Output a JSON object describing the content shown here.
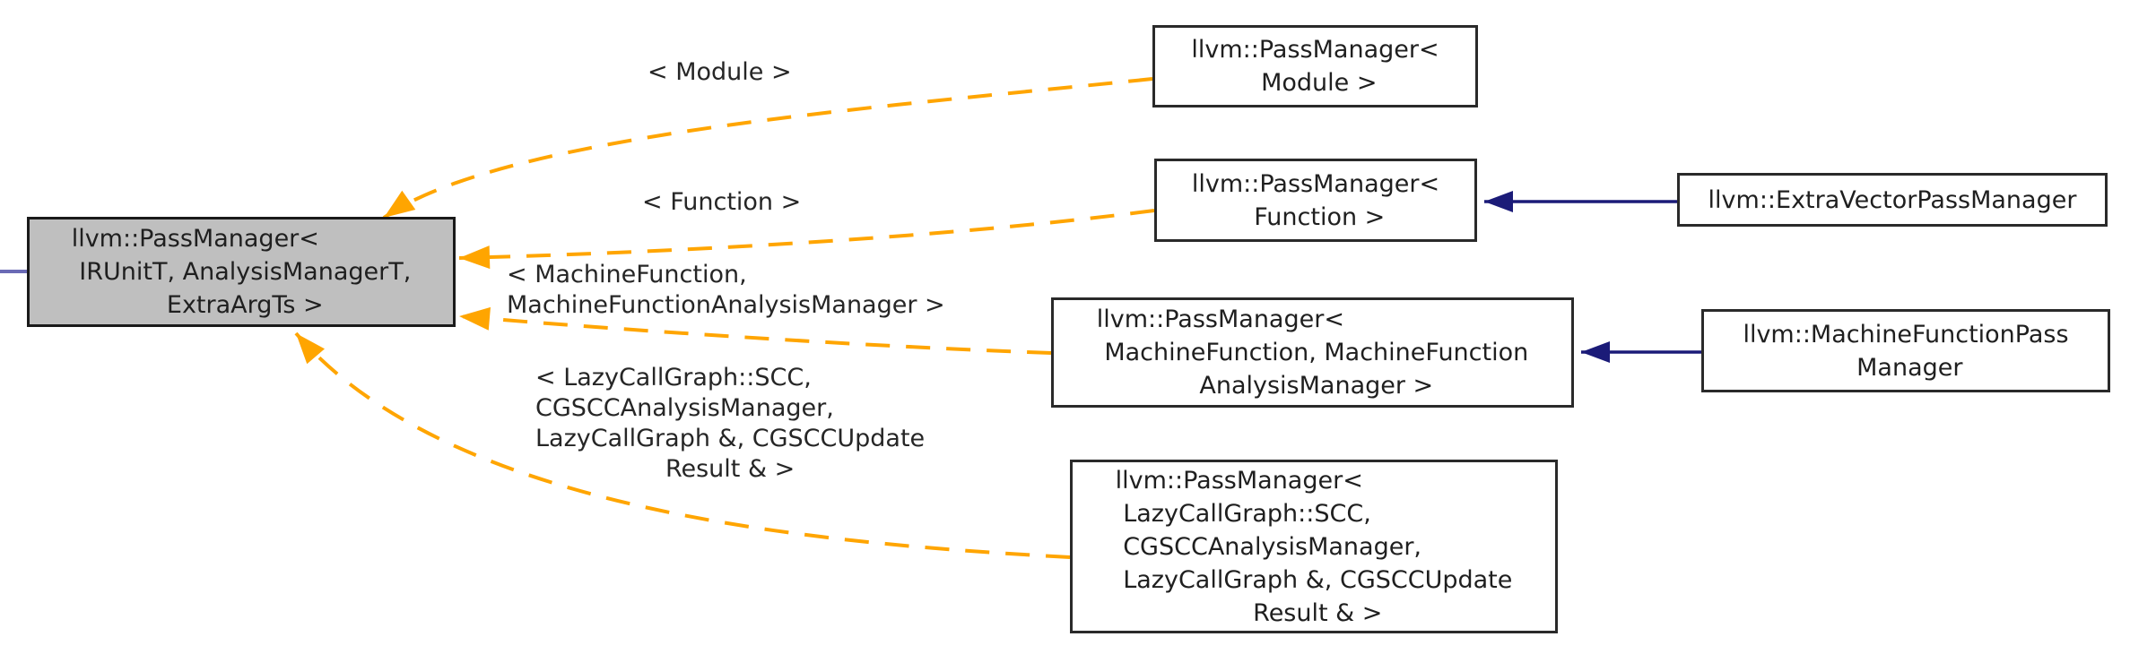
{
  "diagram": {
    "kind": "class-template-instantiation-graph",
    "colors": {
      "background": "#ffffff",
      "node_fill": "#ffffff",
      "node_border": "#2a2a2a",
      "highlight_node_fill": "#bfbfbf",
      "template_edge": "#ffa500",
      "inheritance_edge": "#1b1b78",
      "clipped_edge": "#6a6ab5",
      "text": "#1f1f1f"
    },
    "nodes": [
      {
        "id": "pm-primary",
        "highlighted": true,
        "lines": [
          "llvm::PassManager<",
          " IRUnitT, AnalysisManagerT,",
          " ExtraArgTs >"
        ]
      },
      {
        "id": "pm-module",
        "highlighted": false,
        "lines": [
          "llvm::PassManager<",
          " Module >"
        ]
      },
      {
        "id": "pm-function",
        "highlighted": false,
        "lines": [
          "llvm::PassManager<",
          " Function >"
        ]
      },
      {
        "id": "pm-machinefunction",
        "highlighted": false,
        "lines": [
          "llvm::PassManager<",
          " MachineFunction, MachineFunction",
          " AnalysisManager >"
        ]
      },
      {
        "id": "pm-cgscc",
        "highlighted": false,
        "lines": [
          "llvm::PassManager<",
          " LazyCallGraph::SCC,",
          " CGSCCAnalysisManager,",
          " LazyCallGraph &, CGSCCUpdate",
          " Result & >"
        ]
      },
      {
        "id": "extravectorpassmanager",
        "highlighted": false,
        "lines": [
          "llvm::ExtraVectorPassManager"
        ]
      },
      {
        "id": "machinefunctionpassmanager",
        "highlighted": false,
        "lines": [
          "llvm::MachineFunctionPass",
          " Manager"
        ]
      }
    ],
    "edge_labels": [
      {
        "id": "module",
        "lines": [
          "< Module >"
        ]
      },
      {
        "id": "function",
        "lines": [
          "< Function >"
        ]
      },
      {
        "id": "machinefunction",
        "lines": [
          "< MachineFunction,",
          "MachineFunctionAnalysisManager >"
        ]
      },
      {
        "id": "cgscc",
        "lines": [
          "< LazyCallGraph::SCC,",
          "CGSCCAnalysisManager,",
          "LazyCallGraph &, CGSCCUpdate",
          "Result & >"
        ]
      }
    ],
    "edges": [
      {
        "from": "llvm::PassManager< Module >",
        "to": "llvm::PassManager< IRUnitT, AnalysisManagerT, ExtraArgTs >",
        "style": "dashed",
        "color": "#ffa500",
        "label": "< Module >"
      },
      {
        "from": "llvm::PassManager< Function >",
        "to": "llvm::PassManager< IRUnitT, AnalysisManagerT, ExtraArgTs >",
        "style": "dashed",
        "color": "#ffa500",
        "label": "< Function >"
      },
      {
        "from": "llvm::PassManager< MachineFunction, MachineFunctionAnalysisManager >",
        "to": "llvm::PassManager< IRUnitT, AnalysisManagerT, ExtraArgTs >",
        "style": "dashed",
        "color": "#ffa500",
        "label": "< MachineFunction, MachineFunctionAnalysisManager >"
      },
      {
        "from": "llvm::PassManager< LazyCallGraph::SCC, CGSCCAnalysisManager, LazyCallGraph &, CGSCCUpdate Result & >",
        "to": "llvm::PassManager< IRUnitT, AnalysisManagerT, ExtraArgTs >",
        "style": "dashed",
        "color": "#ffa500",
        "label": "< LazyCallGraph::SCC, CGSCCAnalysisManager, LazyCallGraph &, CGSCCUpdate Result & >"
      },
      {
        "from": "llvm::ExtraVectorPassManager",
        "to": "llvm::PassManager< Function >",
        "style": "solid",
        "color": "#1b1b78",
        "label": ""
      },
      {
        "from": "llvm::MachineFunctionPassManager",
        "to": "llvm::PassManager< MachineFunction, MachineFunctionAnalysisManager >",
        "style": "solid",
        "color": "#1b1b78",
        "label": ""
      }
    ]
  }
}
